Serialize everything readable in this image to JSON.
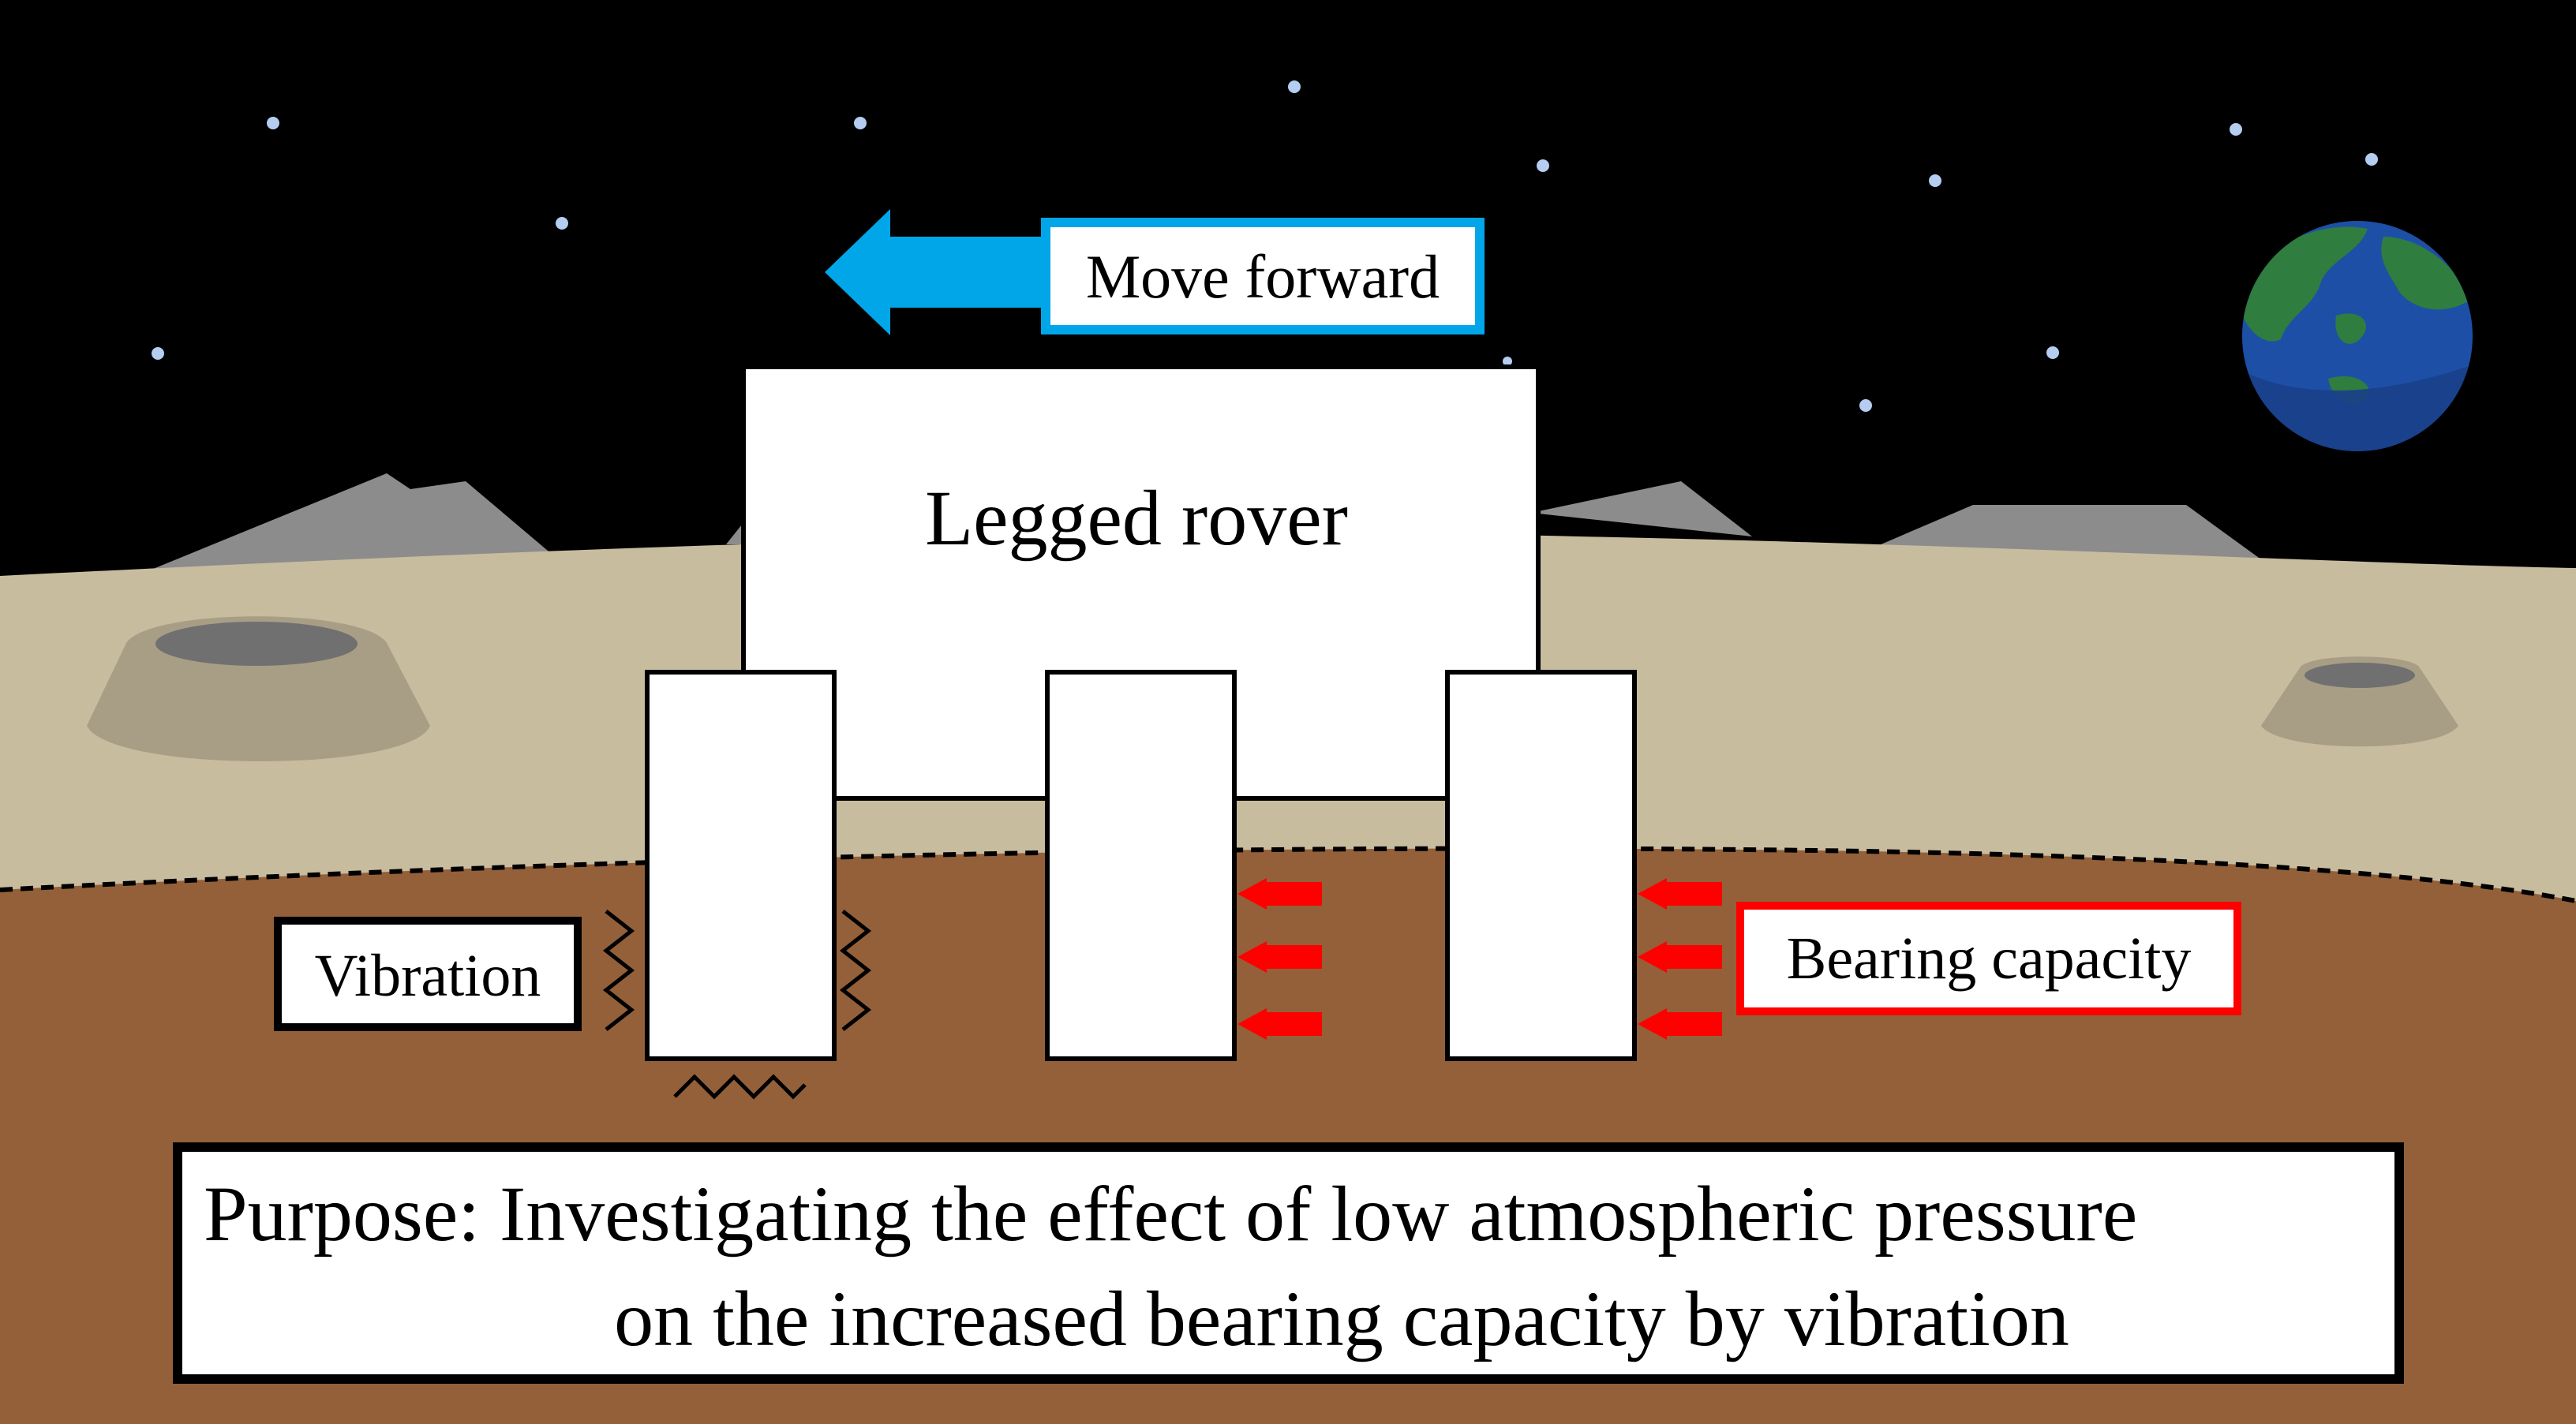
{
  "labels": {
    "move_forward": "Move forward",
    "legged_rover": "Legged rover",
    "vibration": "Vibration",
    "bearing_capacity": "Bearing capacity",
    "purpose_line1": "Purpose: Investigating the effect of low atmospheric pressure",
    "purpose_line2": "on the increased bearing capacity by vibration"
  },
  "colors": {
    "sky": "#000000",
    "stars": "#b4cdf0",
    "mountains": "#8c8c8c",
    "surface": "#c8bc9f",
    "crater_rim": "#a89e86",
    "crater_floor": "#707070",
    "soil": "#93603a",
    "move_arrow": "#00a6e8",
    "bearing_arrows": "#ff0000",
    "earth_ocean": "#1d4fa6",
    "earth_land": "#2f7d3f"
  },
  "icons": {
    "earth": "earth-globe-icon",
    "move": "left-arrow-icon",
    "force": "right-to-left-arrow-icon",
    "vibration": "zigzag-icon"
  }
}
